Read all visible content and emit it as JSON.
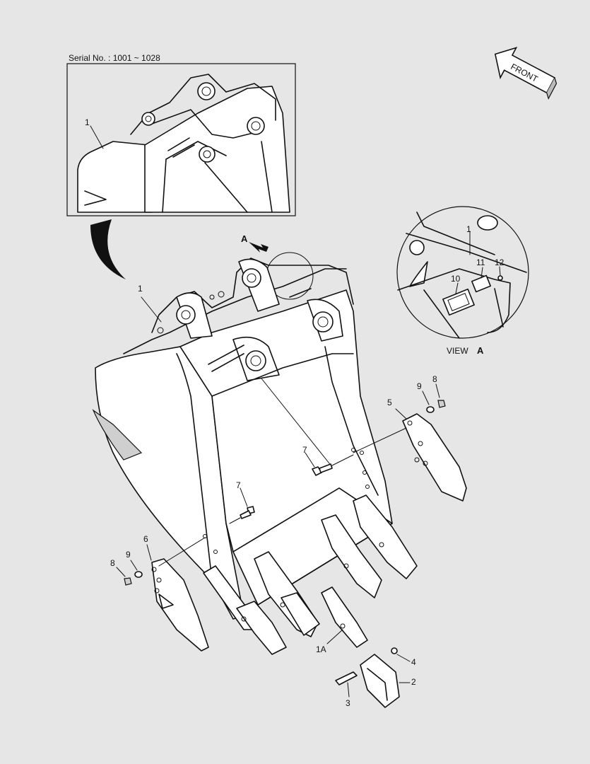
{
  "inset": {
    "serial_text": "Serial No. : 1001 ~ 1028",
    "label": "1"
  },
  "front_arrow": {
    "text": "FRONT"
  },
  "view": {
    "arrow_letter": "A",
    "caption_prefix": "VIEW",
    "caption_letter": "A"
  },
  "callouts": {
    "main_body": "1",
    "tooth_adapter": "1A",
    "tooth": "2",
    "pin": "3",
    "lock": "4",
    "side_cutter_right": "5",
    "side_cutter_left": "6",
    "bolt_upper": "7",
    "bolt_lower": "7",
    "nut_right": "8",
    "nut_left": "8",
    "washer_right": "9",
    "washer_left": "9",
    "view_body": "1",
    "name_plate": "10",
    "plate_bracket": "11",
    "rivet": "12"
  }
}
